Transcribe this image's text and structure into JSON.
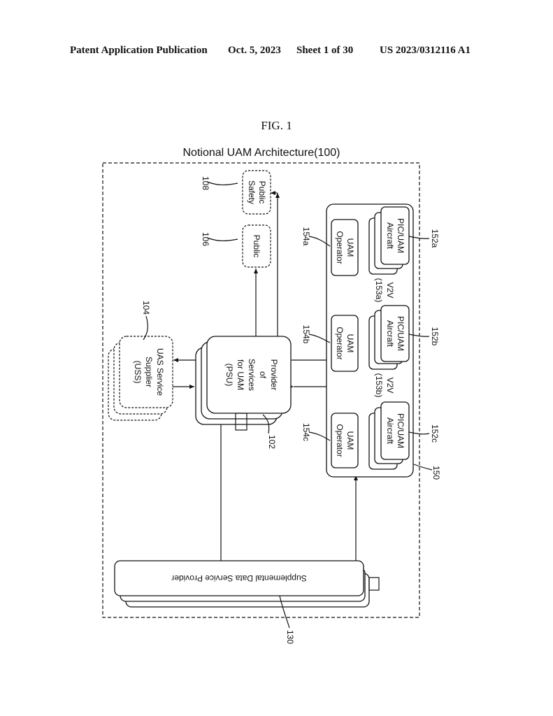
{
  "header": {
    "publication": "Patent Application Publication",
    "date": "Oct. 5, 2023",
    "sheet": "Sheet 1 of 30",
    "number": "US 2023/0312116 A1"
  },
  "figure": {
    "label": "FIG. 1",
    "title": "Notional UAM Architecture(100)"
  },
  "nodes": {
    "uss": {
      "lines": [
        "UAS Service",
        "Supplier",
        "(USS)"
      ],
      "ref": "104"
    },
    "psu": {
      "lines": [
        "Provider",
        "of",
        "Services",
        "for UAM",
        "(PSU)"
      ],
      "ref": "102"
    },
    "public": {
      "lines": [
        "Public"
      ],
      "ref": "106"
    },
    "public_safety": {
      "lines": [
        "Public",
        "Safety"
      ],
      "ref": "108"
    },
    "sdsp": {
      "lines": [
        "Supplemental Data Service Provider"
      ],
      "ref": "130"
    },
    "group_ref": "150",
    "operators": [
      {
        "lines": [
          "UAM",
          "Operator"
        ],
        "ref": "154a"
      },
      {
        "lines": [
          "UAM",
          "Operator"
        ],
        "ref": "154b"
      },
      {
        "lines": [
          "UAM",
          "Operator"
        ],
        "ref": "154c"
      }
    ],
    "aircraft": [
      {
        "lines": [
          "PIC/UAM",
          "Aircraft"
        ],
        "ref": "152a"
      },
      {
        "lines": [
          "PIC/UAM",
          "Aircraft"
        ],
        "ref": "152b"
      },
      {
        "lines": [
          "PIC/UAM",
          "Aircraft"
        ],
        "ref": "152c"
      }
    ],
    "v2v": [
      {
        "lines": [
          "V2V",
          "(153a)"
        ]
      },
      {
        "lines": [
          "V2V",
          "(153b)"
        ]
      }
    ]
  }
}
